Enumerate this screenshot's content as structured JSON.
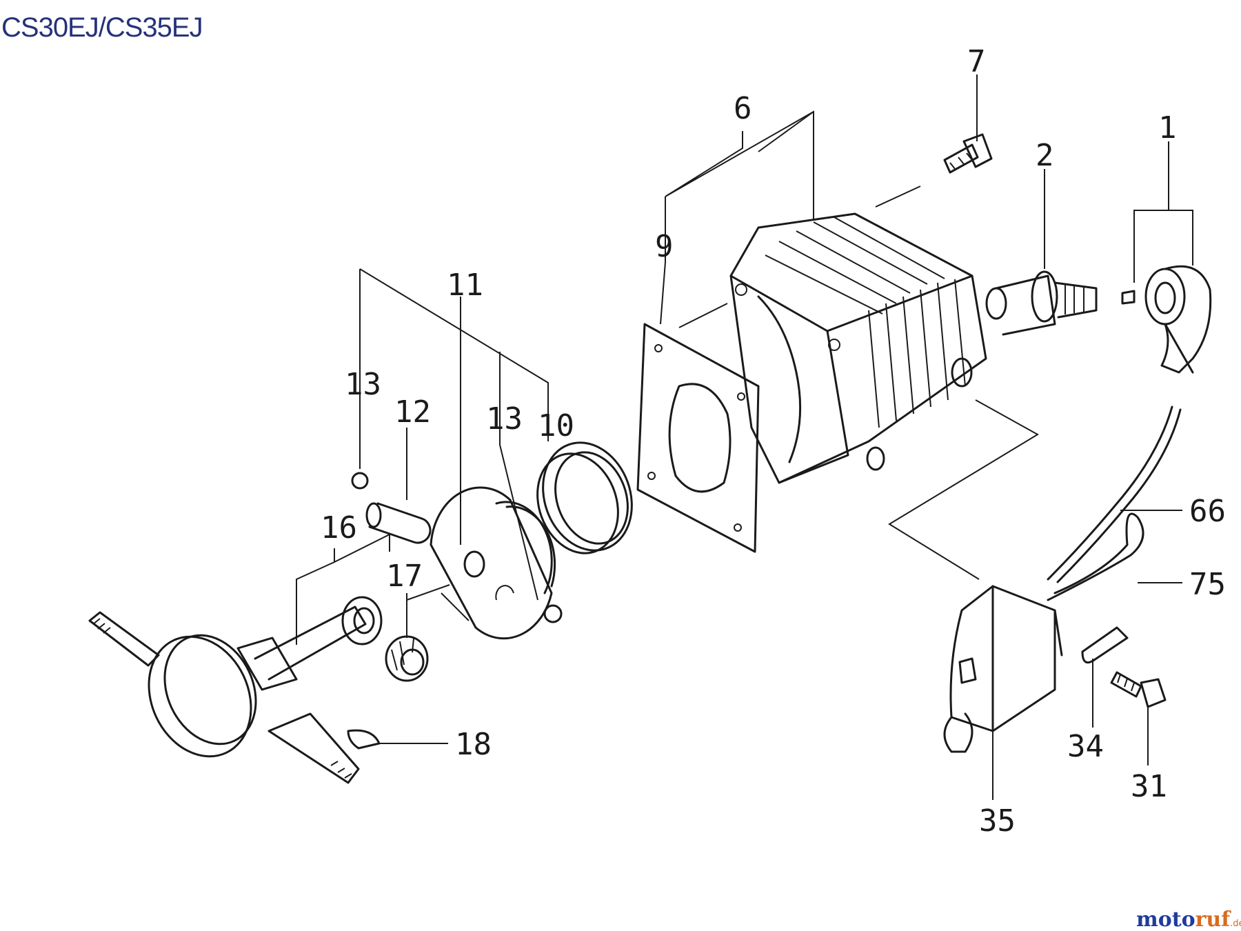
{
  "title": "CS30EJ/CS35EJ",
  "callouts": {
    "n1": "1",
    "n2": "2",
    "n6": "6",
    "n7": "7",
    "n9": "9",
    "n10": "10",
    "n11": "11",
    "n12": "12",
    "n13a": "13",
    "n13b": "13",
    "n16": "16",
    "n17": "17",
    "n18": "18",
    "n31": "31",
    "n34": "34",
    "n35": "35",
    "n66": "66",
    "n75": "75"
  },
  "watermark": {
    "part1": "moto",
    "part2": "ruf",
    "part3": ".de"
  },
  "colors": {
    "ink": "#1a1a1a",
    "title": "#26327a",
    "brand_blue": "#1f3c9a",
    "brand_orange": "#d86a1e"
  }
}
